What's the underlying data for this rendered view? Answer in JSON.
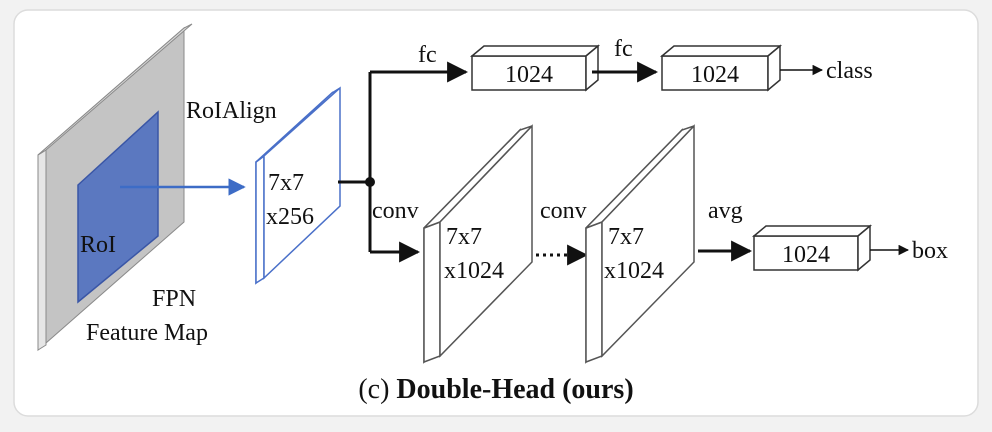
{
  "diagram": {
    "feature_map": {
      "roi_label": "RoI",
      "name_line1": "FPN",
      "name_line2": "Feature Map"
    },
    "roialign": {
      "label": "RoIAlign",
      "dim_line1": "7x7",
      "dim_line2": "x256"
    },
    "fc_branch": {
      "edge1_label": "fc",
      "box1_label": "1024",
      "edge2_label": "fc",
      "box2_label": "1024",
      "output_label": "class"
    },
    "conv_branch": {
      "edge1_label": "conv",
      "block1_line1": "7x7",
      "block1_line2": "x1024",
      "edge2_label": "conv",
      "block2_line1": "7x7",
      "block2_line2": "x1024",
      "edge3_label": "avg",
      "box_label": "1024",
      "output_label": "box"
    },
    "caption_prefix": "(c) ",
    "caption_bold": "Double-Head (ours)"
  },
  "colors": {
    "panel_bg": "#ffffff",
    "panel_border": "#d9d9d9",
    "outer_bg": "#ececec",
    "feature_map_gray": "#bdbdbd",
    "feature_map_side": "#e3e3e3",
    "roi_blue": "#5b78c0",
    "roi_border": "#3a56a6",
    "arrow_blue": "#3d6cc6",
    "roialign_border": "#4a70c9",
    "line": "#111111"
  }
}
